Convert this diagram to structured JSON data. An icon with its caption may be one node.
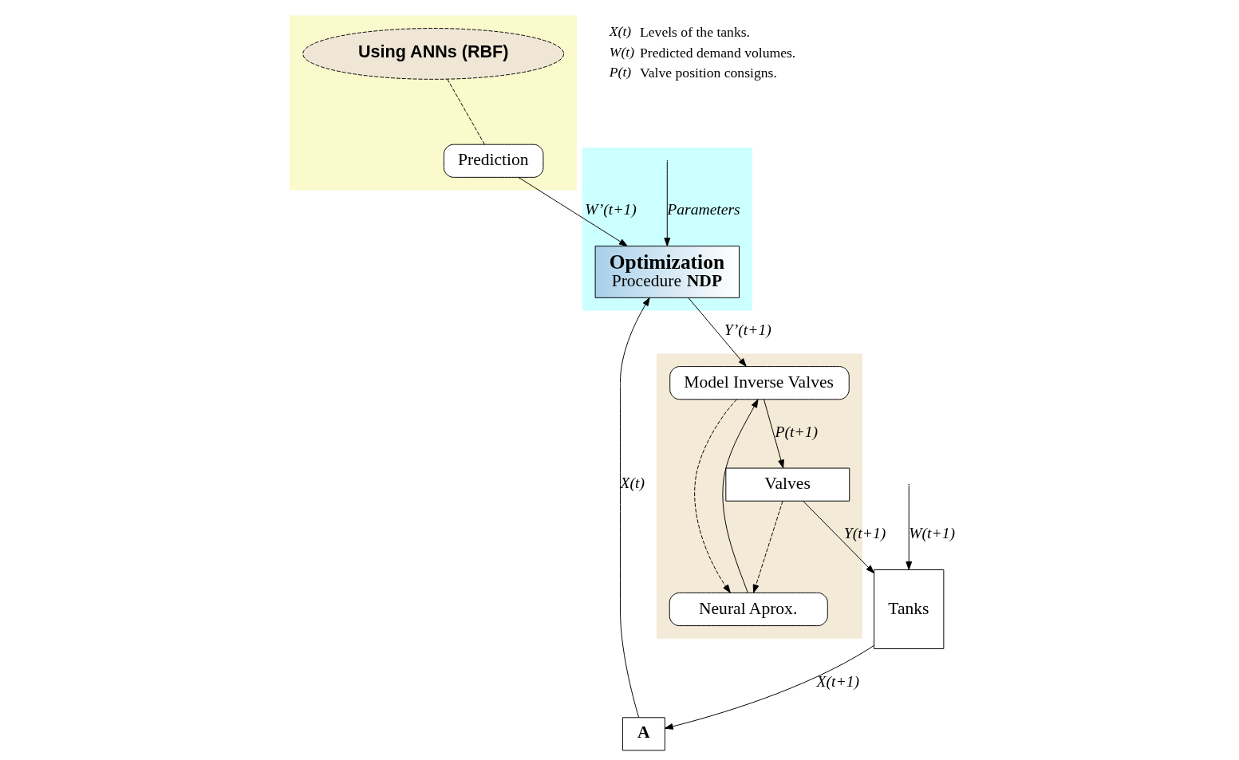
{
  "diagram": {
    "nodes": [
      {
        "text": [],
        "shape": "box"
      },
      {
        "text": [
          "Using ANNs (RBF)"
        ],
        "in": 0
      },
      {
        "text": [
          "Prediction"
        ],
        "in": 0
      },
      {
        "text": [],
        "shape": "box"
      },
      {
        "text": [
          "Optimization",
          "Procedure **NDP**"
        ],
        "in": 3
      },
      {
        "text": [
          "A"
        ]
      },
      {
        "text": [
          "Tanks"
        ]
      },
      {
        "text": [],
        "shape": "box"
      },
      {
        "text": [
          "Model Inverse Valves"
        ],
        "in": 7
      },
      {
        "text": [
          "Valves"
        ],
        "in": 7
      },
      {
        "text": [
          "Neural Aprox."
        ],
        "in": 7
      }
    ],
    "edges": [
      {
        "from": 1,
        "to": 2,
        "arrow": "none",
        "style": "dashed"
      },
      {
        "from": 2,
        "to": 4,
        "arrow": "to",
        "label": "W’(t+1)"
      },
      {
        "from": 5,
        "to": 4,
        "arrow": "to",
        "label": "X(t)"
      },
      {
        "from": null,
        "to": 4,
        "arrow": "to",
        "label": "Parameters"
      },
      {
        "from": 4,
        "to": 8,
        "arrow": "to",
        "label": "Y’(t+1)"
      },
      {
        "from": null,
        "to": 6,
        "arrow": "to",
        "label": "W(t+1)"
      },
      {
        "from": 6,
        "to": 5,
        "arrow": "to",
        "label": "X(t+1)"
      },
      {
        "from": 8,
        "to": 9,
        "arrow": "to",
        "label": "P(t+1)"
      },
      {
        "from": 9,
        "to": 6,
        "arrow": "to",
        "label": "Y(t+1)"
      },
      {
        "from": 9,
        "to": 10,
        "arrow": "to",
        "style": "dashed"
      },
      {
        "from": 8,
        "to": 10,
        "arrow": "to",
        "style": "dashed"
      },
      {
        "from": 10,
        "to": 8,
        "arrow": "to"
      }
    ],
    "labels": [
      "X(t)",
      "Levels of the tanks.",
      "W(t)",
      "Predicted demand volumes.",
      "P(t)",
      "Valve position consigns."
    ]
  }
}
